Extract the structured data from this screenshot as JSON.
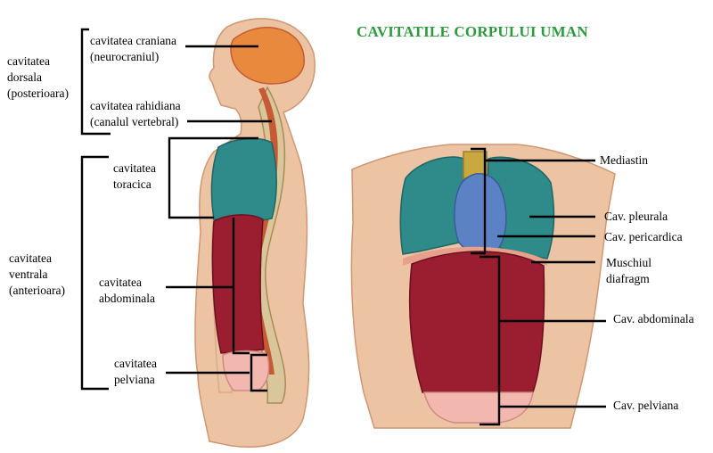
{
  "title": "CAVITATILE CORPULUI UMAN",
  "colors": {
    "title": "#2e9a3f",
    "skin": "#ecc3a3",
    "skin_dark": "#cf9774",
    "brain": "#e8893d",
    "brain_edge": "#c65a34",
    "lung": "#2f8a8a",
    "lung_dark": "#1f6565",
    "heart": "#5b82c4",
    "mediastinum": "#c8a83f",
    "abdomen": "#9b1e30",
    "abdomen_dark": "#6d1020",
    "pelvis": "#f2b8b0",
    "spine": "#d9c69a",
    "line": "#000000"
  },
  "left": {
    "dorsal_group": [
      "cavitatea",
      "dorsala",
      "(posterioara)"
    ],
    "cranial": [
      "cavitatea craniana",
      "(neurocraniul)"
    ],
    "spinal": [
      "cavitatea rahidiana",
      "(canalul vertebral)"
    ],
    "ventral_group": [
      "cavitatea",
      "ventrala",
      "(anterioara)"
    ],
    "thoracic": [
      "cavitatea",
      "toracica"
    ],
    "abdominal": [
      "cavitatea",
      "abdominala"
    ],
    "pelvic": [
      "cavitatea",
      "pelviana"
    ]
  },
  "right": {
    "mediastin": "Mediastin",
    "pleural": "Cav. pleurala",
    "pericardial": "Cav. pericardica",
    "diaphragm": [
      "Muschiul",
      "diafragm"
    ],
    "abdominal": "Cav. abdominala",
    "pelvic": "Cav. pelviana"
  }
}
